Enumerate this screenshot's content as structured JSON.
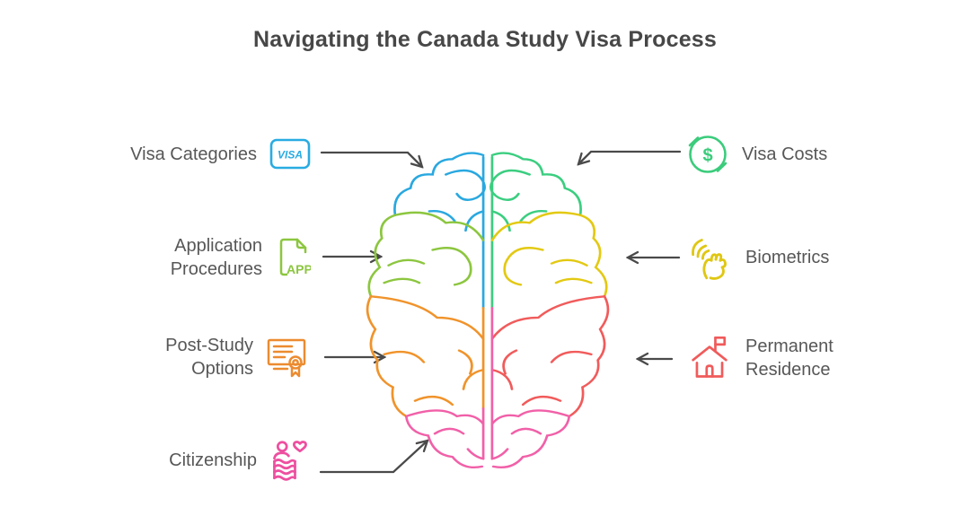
{
  "title": "Navigating the Canada Study Visa Process",
  "left_items": [
    {
      "label": "Visa Categories",
      "icon": "visa-card-icon"
    },
    {
      "label": "Application Procedures",
      "icon": "app-document-icon"
    },
    {
      "label": "Post-Study Options",
      "icon": "certificate-icon"
    },
    {
      "label": "Citizenship",
      "icon": "citizenship-icon"
    }
  ],
  "right_items": [
    {
      "label": "Visa Costs",
      "icon": "dollar-coin-icon"
    },
    {
      "label": "Biometrics",
      "icon": "biometric-hand-icon"
    },
    {
      "label": "Permanent Residence",
      "icon": "house-flag-icon"
    }
  ],
  "icon_texts": {
    "visa": "VISA",
    "app": "APP",
    "dollar": "$"
  },
  "colors": {
    "title_text": "#474747",
    "label_text": "#575757",
    "arrow": "#4a4a4a",
    "visa_blue": "#29abe2",
    "app_green": "#8cc63f",
    "cert_orange": "#ec8b2f",
    "citizen_magenta": "#ee4fa0",
    "dollar_green": "#3bcc7c",
    "bio_yellow": "#e0c712",
    "house_red": "#f05b5b",
    "brain_blue": "#29a8e0",
    "brain_lime": "#8cc63f",
    "brain_orange": "#f0932b",
    "brain_pink": "#f160a8",
    "brain_green": "#3bce80",
    "brain_yellow": "#e3c912",
    "brain_red": "#f15b5b"
  }
}
